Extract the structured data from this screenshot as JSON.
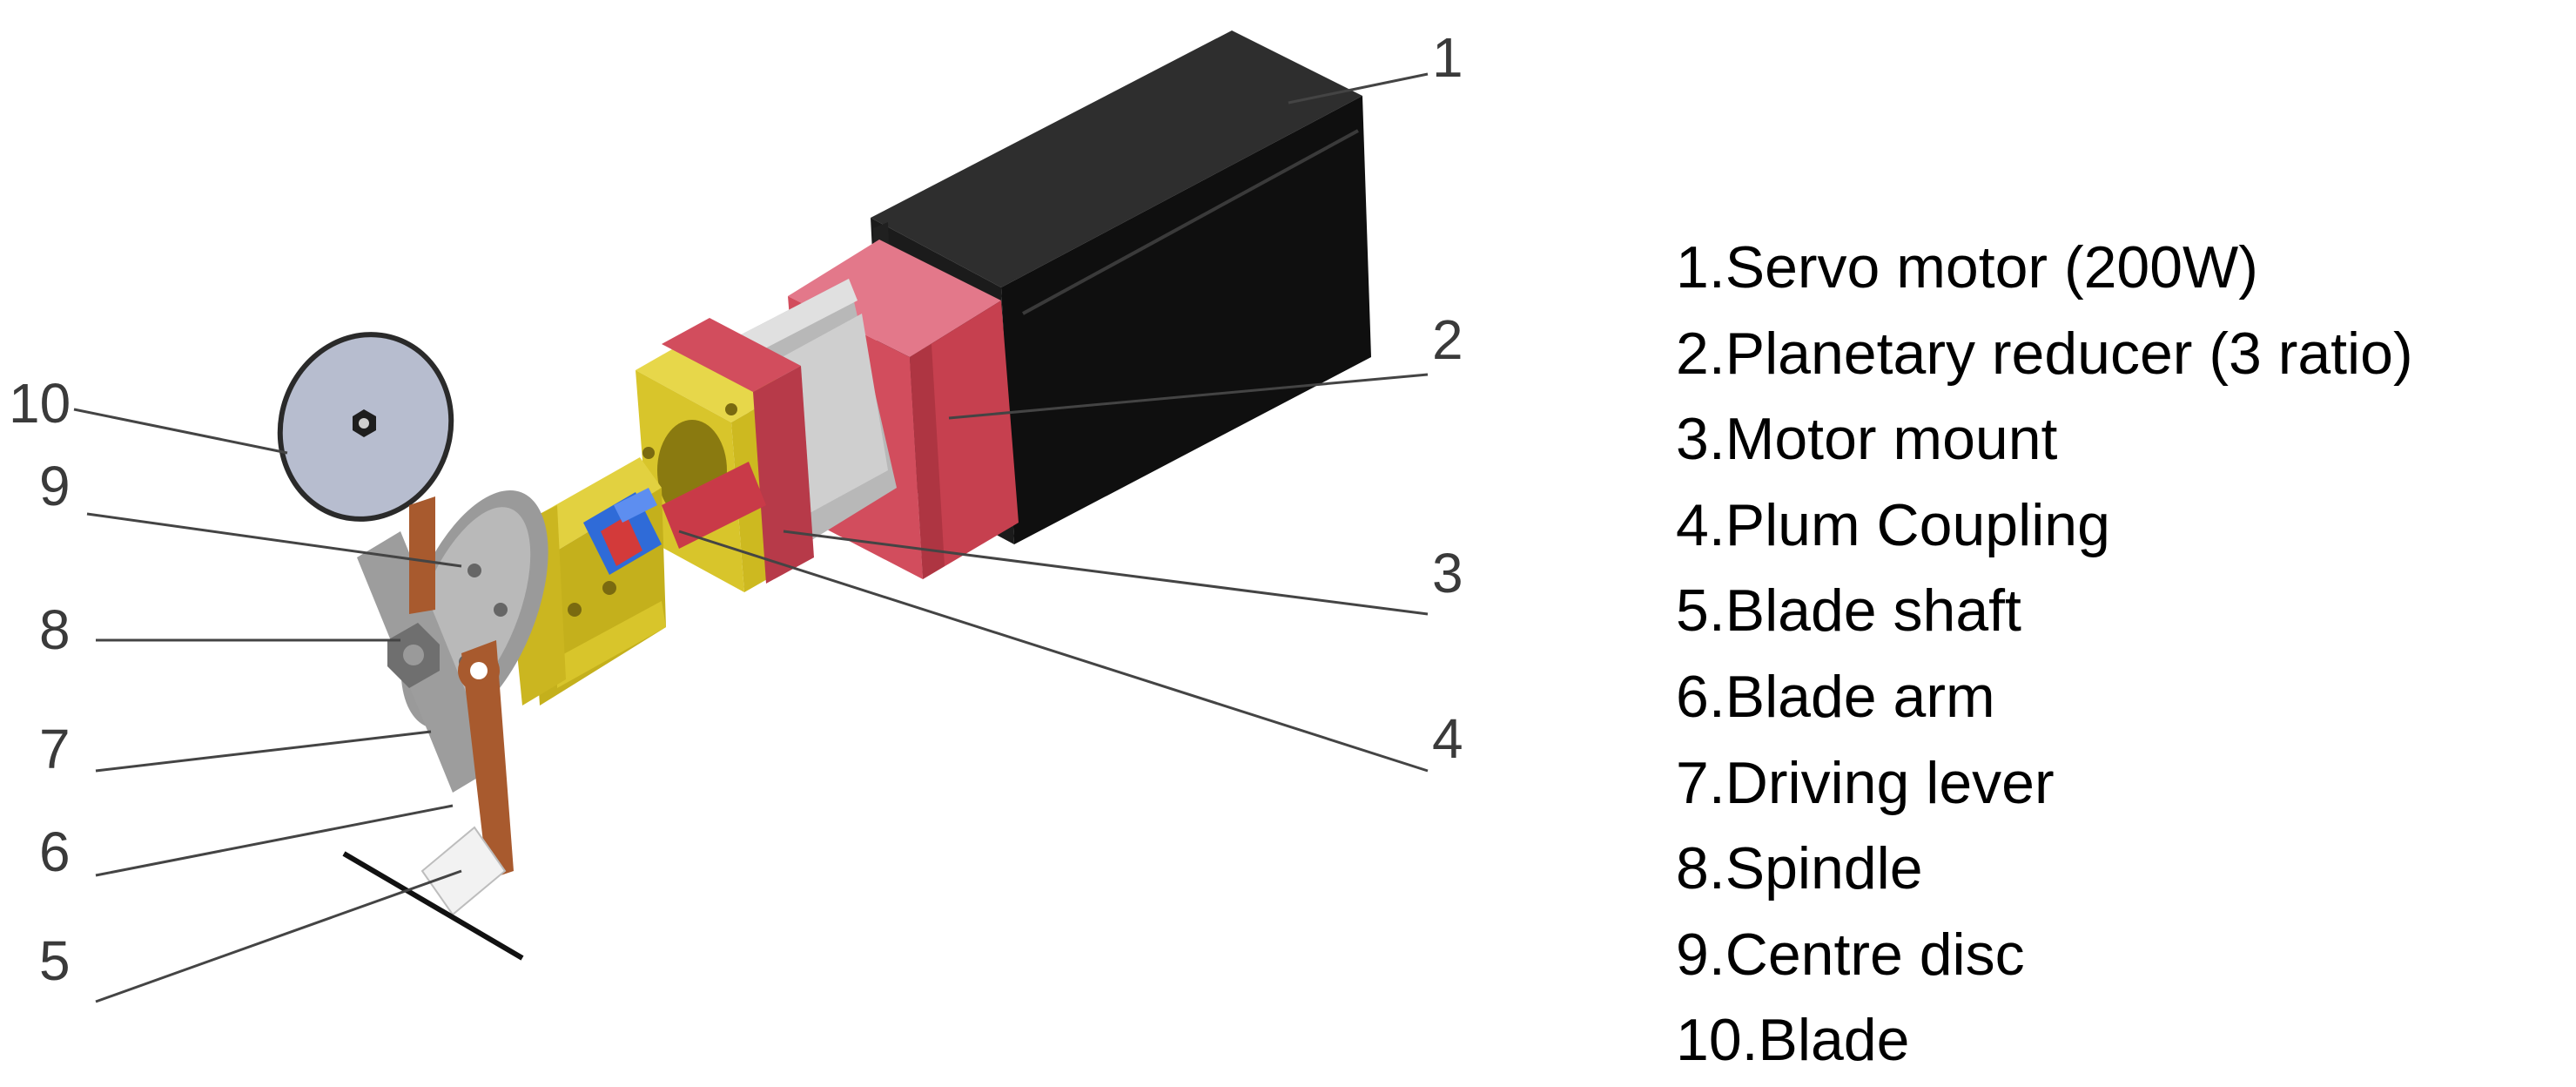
{
  "callouts": [
    "1",
    "2",
    "3",
    "4",
    "5",
    "6",
    "7",
    "8",
    "9",
    "10"
  ],
  "legend": [
    "1.Servo motor (200W)",
    "2.Planetary reducer (3 ratio)",
    "3.Motor mount",
    "4.Plum Coupling",
    "5.Blade shaft",
    "6.Blade arm",
    "7.Driving lever",
    "8.Spindle",
    "9.Centre disc",
    "10.Blade"
  ],
  "colors": {
    "motor": "#151515",
    "reducer": "#d24d5d",
    "mount": "#d8c52b",
    "coupling": "#2f6bd8",
    "shaft": "#c93a48",
    "blade": "#b7bdcf",
    "disc": "#9a9a9a",
    "arm": "#a85a2e",
    "leader": "#444444"
  },
  "icons": [
    "diagram"
  ]
}
